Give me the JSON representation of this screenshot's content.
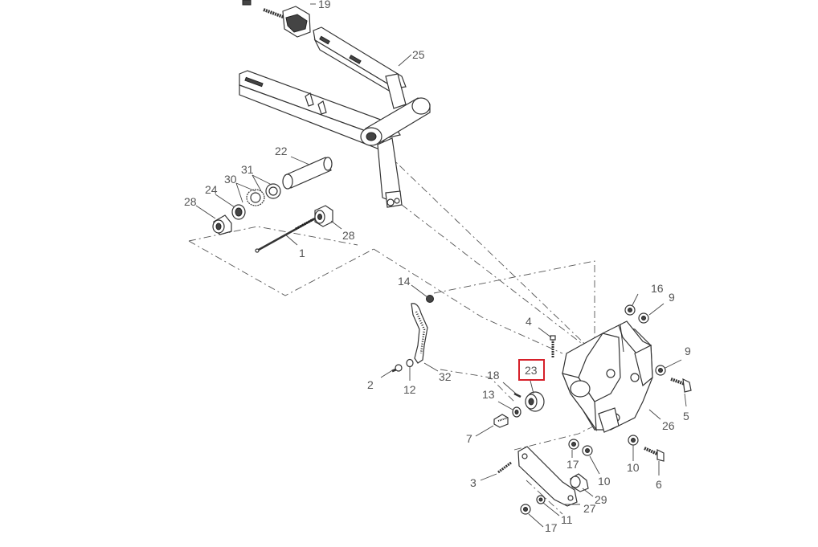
{
  "callouts": {
    "c19": "19",
    "c25": "25",
    "c22": "22",
    "c31": "31",
    "c30": "30",
    "c24": "24",
    "c28a": "28",
    "c28b": "28",
    "c1": "1",
    "c14": "14",
    "c16": "16",
    "c9a": "9",
    "c9b": "9",
    "c4": "4",
    "c2": "2",
    "c12": "12",
    "c32": "32",
    "c18": "18",
    "c23": "23",
    "c13": "13",
    "c5": "5",
    "c26": "26",
    "c7": "7",
    "c17a": "17",
    "c10a": "10",
    "c10b": "10",
    "c6": "6",
    "c3": "3",
    "c29": "29",
    "c27": "27",
    "c11": "11",
    "c17b": "17"
  },
  "highlight": {
    "part": "23",
    "color": "#d6202a"
  }
}
